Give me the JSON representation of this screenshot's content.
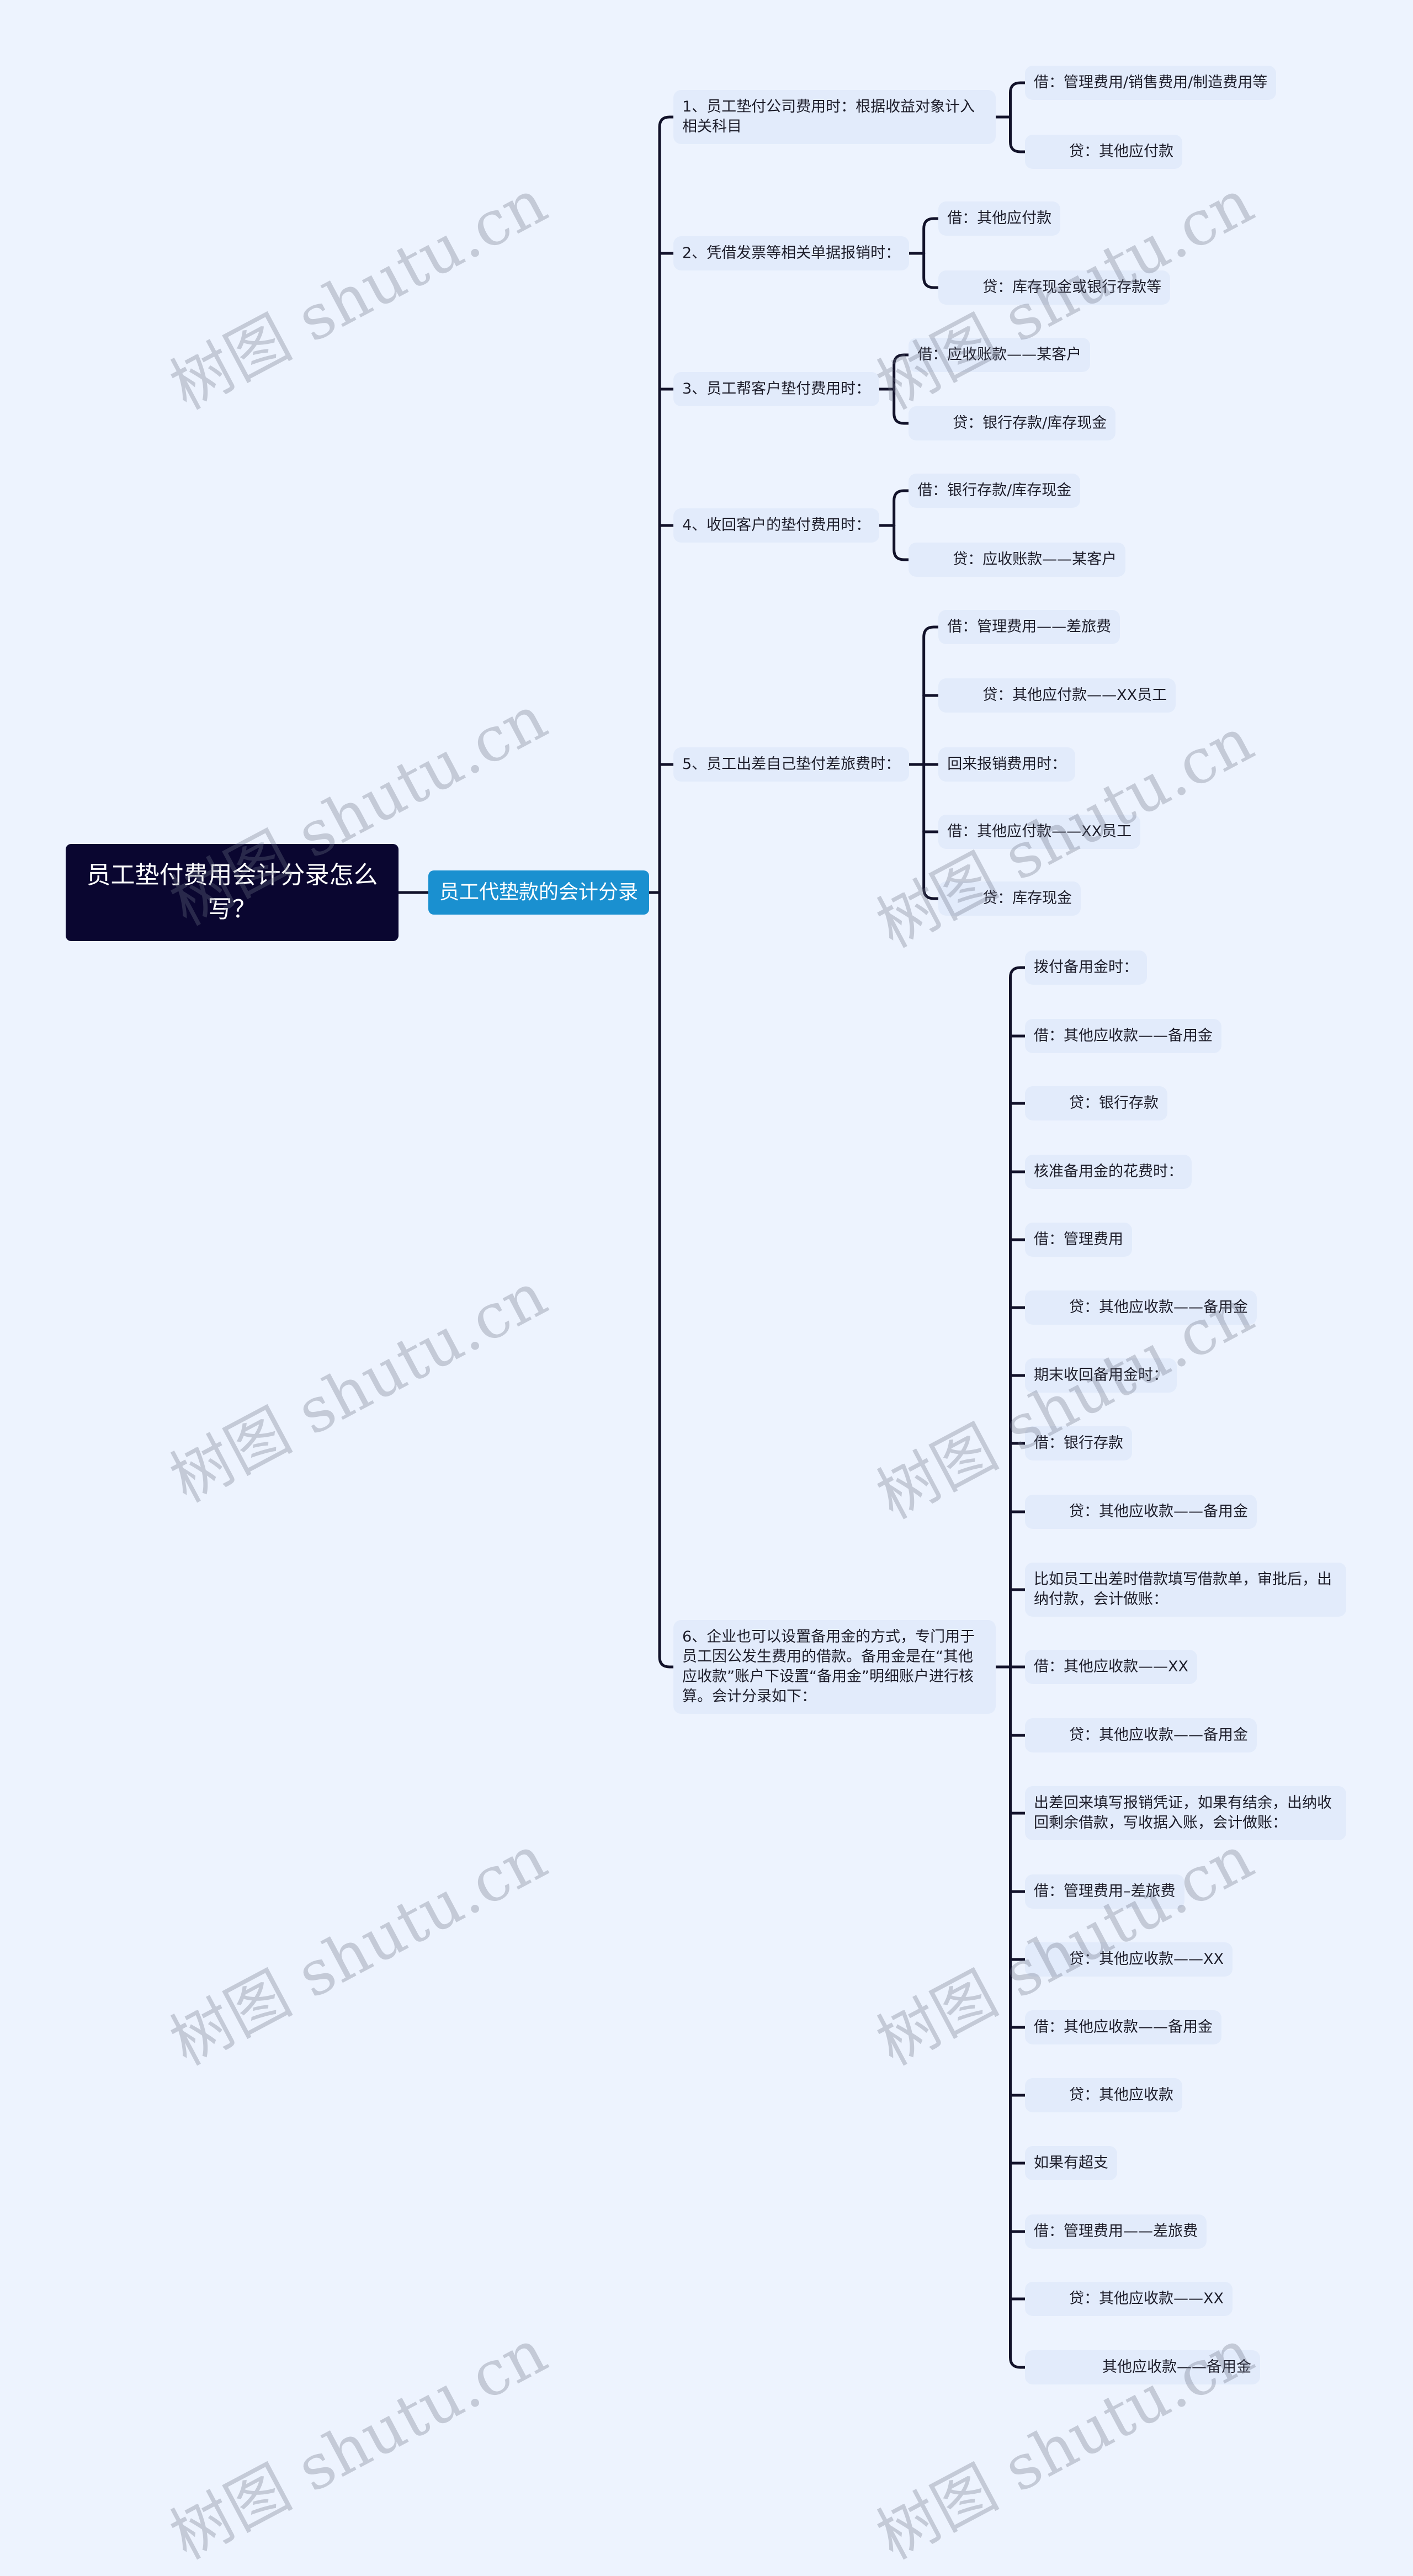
{
  "root": {
    "title": "员工垫付费用会计分录怎么写？"
  },
  "branch": {
    "label": "员工代垫款的会计分录"
  },
  "watermark": "树图 shutu.cn",
  "colors": {
    "root_bg": "#0a0630",
    "branch_bg": "#1a90d0",
    "node_bg": "#e2ebfb",
    "line": "#12122a",
    "page_bg": "#edf3fe"
  },
  "sections": [
    {
      "label": "1、员工垫付公司费用时：根据收益对象计入相关科目",
      "children": [
        "借：管理费用/销售费用/制造费用等",
        "贷：其他应付款"
      ]
    },
    {
      "label": "2、凭借发票等相关单据报销时：",
      "children": [
        "借：其他应付款",
        "贷：库存现金或银行存款等"
      ]
    },
    {
      "label": "3、员工帮客户垫付费用时：",
      "children": [
        "借：应收账款——某客户",
        "贷：银行存款/库存现金"
      ]
    },
    {
      "label": "4、收回客户的垫付费用时：",
      "children": [
        "借：银行存款/库存现金",
        "贷：应收账款——某客户"
      ]
    },
    {
      "label": "5、员工出差自己垫付差旅费时：",
      "children": [
        "借：管理费用——差旅费",
        "贷：其他应付款——XX员工",
        "回来报销费用时：",
        "借：其他应付款——XX员工",
        "贷：库存现金"
      ]
    },
    {
      "label": "6、企业也可以设置备用金的方式，专门用于员工因公发生费用的借款。备用金是在“其他应收款”账户下设置“备用金”明细账户进行核算。会计分录如下：",
      "children": [
        "拨付备用金时：",
        "借：其他应收款——备用金",
        "贷：银行存款",
        "核准备用金的花费时：",
        "借：管理费用",
        "贷：其他应收款——备用金",
        "期末收回备用金时：",
        "借：银行存款",
        "贷：其他应收款——备用金",
        "比如员工出差时借款填写借款单，审批后，出纳付款，会计做账：",
        "借：其他应收款——XX",
        "贷：其他应收款——备用金",
        "出差回来填写报销凭证，如果有结余，出纳收回剩余借款，写收据入账，会计做账：",
        "借：管理费用–差旅费",
        "贷：其他应收款——XX",
        "借：其他应收款——备用金",
        "贷：其他应收款",
        "如果有超支",
        "借：管理费用——差旅费",
        "贷：其他应收款——XX",
        "其他应收款——备用金"
      ]
    }
  ]
}
